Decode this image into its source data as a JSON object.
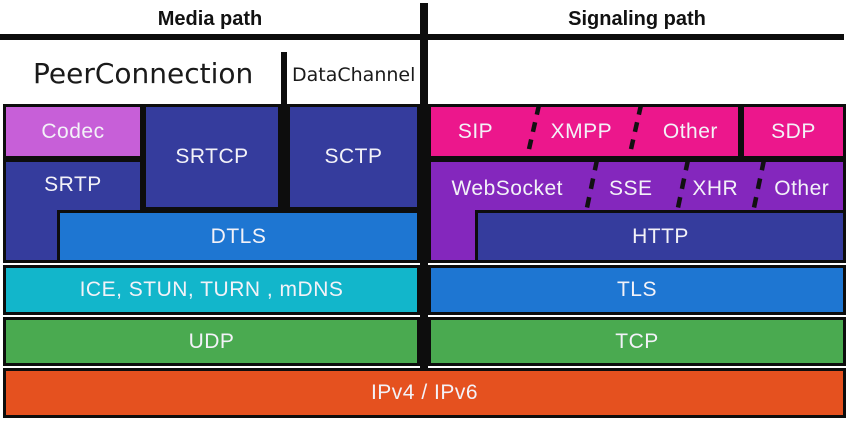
{
  "header": {
    "media_path": "Media path",
    "signaling_path": "Signaling path"
  },
  "api_layer": {
    "peer_connection": "PeerConnection",
    "data_channel": "DataChannel"
  },
  "media_stack": {
    "codec": "Codec",
    "srtp": "SRTP",
    "srtcp": "SRTCP",
    "sctp": "SCTP",
    "dtls": "DTLS",
    "ice": "ICE, STUN, TURN , mDNS",
    "udp": "UDP"
  },
  "signaling_stack": {
    "app_protocols": [
      "SIP",
      "XMPP",
      "Other"
    ],
    "sdp": "SDP",
    "transports": [
      "WebSocket",
      "SSE",
      "XHR",
      "Other"
    ],
    "http": "HTTP",
    "tls": "TLS",
    "tcp": "TCP"
  },
  "network_layer": {
    "ip": "IPv4 / IPv6"
  },
  "colors": {
    "codec": "#c75fd8",
    "dark_blue": "#353c9d",
    "blue": "#1e76d2",
    "cyan": "#12b6cb",
    "green": "#4aaa50",
    "orange": "#e5511f",
    "pink": "#ec178c",
    "purple": "#8427bd",
    "border": "#0d0d0d"
  }
}
